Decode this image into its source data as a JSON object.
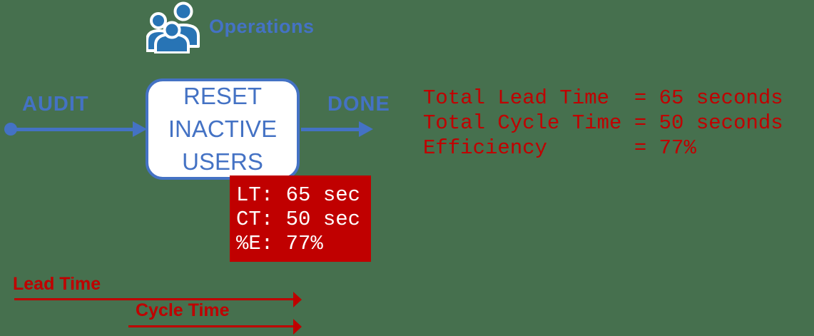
{
  "colors": {
    "background": "#46704E",
    "accent_blue": "#4472C4",
    "icon_blue": "#2874B5",
    "accent_red": "#C00000",
    "process_box_fill": "#FFFFFF",
    "metrics_text": "#FFFFFF"
  },
  "header": {
    "icon": "people-icon",
    "label": "Operations"
  },
  "process_flow": {
    "input_label": "AUDIT",
    "process_box_lines": [
      "RESET",
      "INACTIVE",
      "USERS"
    ],
    "output_label": "DONE"
  },
  "metrics_box": {
    "lt_line": "LT: 65 sec",
    "ct_line": "CT: 50 sec",
    "e_line": "%E: 77%"
  },
  "summary": {
    "line1": "Total Lead Time  = 65 seconds",
    "line2": "Total Cycle Time = 50 seconds",
    "line3": "Efficiency       = 77%"
  },
  "timeline": {
    "lead_time_label": "Lead Time",
    "cycle_time_label": "Cycle Time"
  }
}
